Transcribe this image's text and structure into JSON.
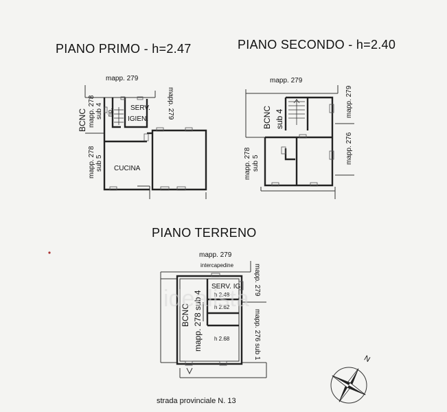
{
  "titles": {
    "primo": "PIANO PRIMO - h=2.47",
    "secondo": "PIANO SECONDO - h=2.40",
    "terreno": "PIANO  TERRENO"
  },
  "primo": {
    "mapp279_top": "mapp. 279",
    "mapp279_right": "mapp. 279",
    "bcnc": "BCNC",
    "mapp278_sub4": "mapp. 278",
    "sub4": "sub 4",
    "mapp278_sub5": "mapp. 278",
    "sub5": "sub 5",
    "rip": "rip.",
    "serv": "SERV.",
    "igien": "IGIEN.",
    "cucina": "CUCINA"
  },
  "secondo": {
    "mapp279_top": "mapp. 279",
    "mapp279_right": "mapp. 279",
    "mapp276_right": "mapp. 276",
    "bcnc": "BCNC",
    "sub4": "sub 4",
    "mapp278": "mapp. 278",
    "sub5": "sub 5"
  },
  "terreno": {
    "mapp279_top": "mapp. 279",
    "intercapedine": "intercapedine",
    "mapp279_right": "mapp. 279",
    "mapp276_sub1": "mapp. 276 sub 1",
    "bcnc": "BCNC",
    "mapp278_sub4": "mapp. 278 sub 4",
    "serv_ig": "SERV. IG.",
    "h1": "h 2.48",
    "h2": "h 2.62",
    "h3": "h 2.68",
    "strada": "strada provinciale N. 13"
  },
  "compass": {
    "north": "N"
  },
  "watermark": "idealista"
}
